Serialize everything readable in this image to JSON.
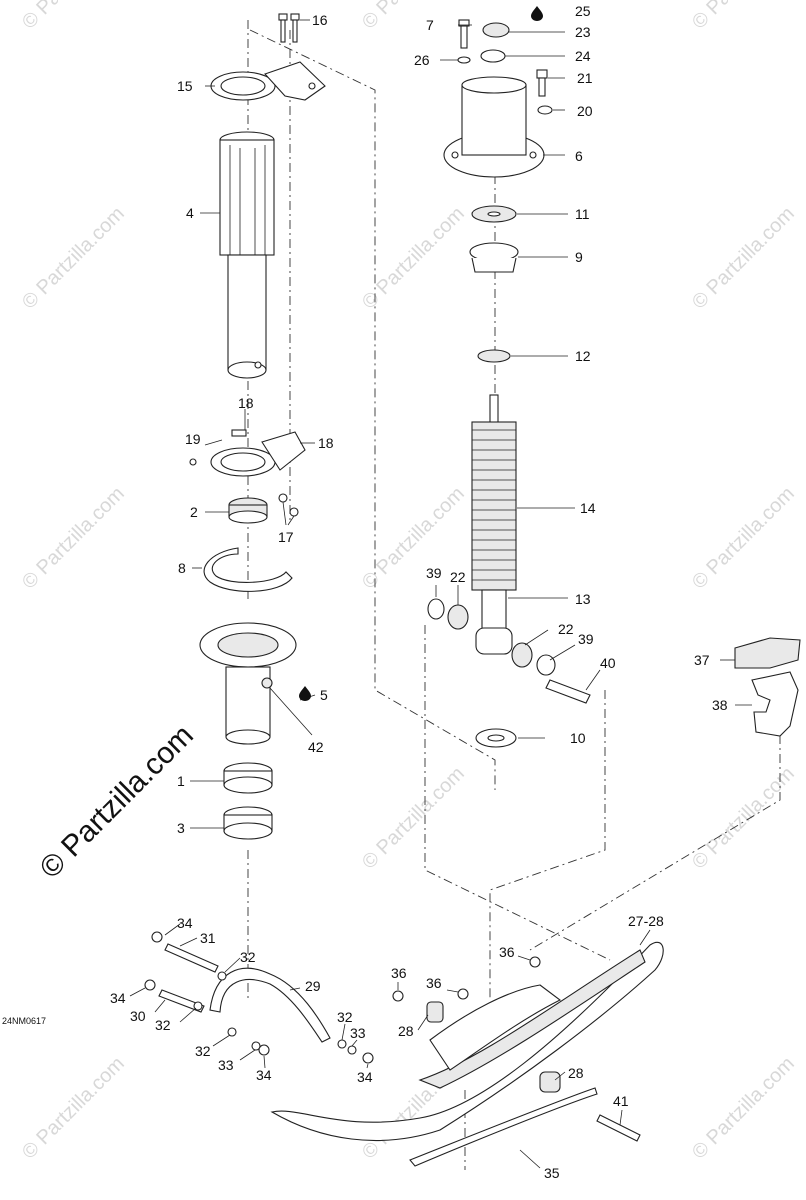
{
  "diagram_code": "24NM0617",
  "watermark_main": "© Partzilla.com",
  "watermark_tile": "© Partzilla.com",
  "callouts": [
    "1",
    "2",
    "3",
    "4",
    "5",
    "6",
    "7",
    "8",
    "9",
    "10",
    "11",
    "12",
    "13",
    "14",
    "15",
    "16",
    "17",
    "18",
    "18",
    "19",
    "20",
    "21",
    "22",
    "22",
    "23",
    "24",
    "25",
    "26",
    "27-28",
    "28",
    "28",
    "29",
    "30",
    "31",
    "32",
    "32",
    "32",
    "32",
    "33",
    "33",
    "34",
    "34",
    "34",
    "34",
    "35",
    "36",
    "36",
    "36",
    "37",
    "38",
    "39",
    "39",
    "40",
    "41",
    "42"
  ]
}
